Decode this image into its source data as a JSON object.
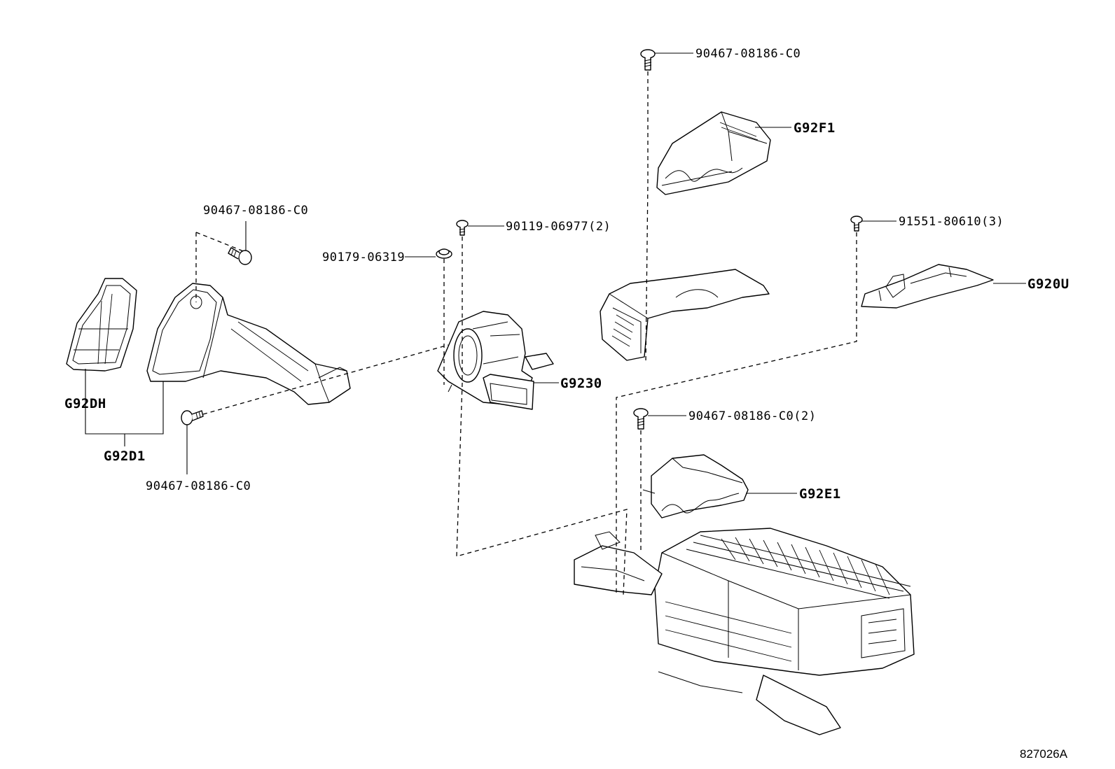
{
  "labels": {
    "bolt_top": "90467-08186-C0",
    "g92f1": "G92F1",
    "bolt_left_top": "90467-08186-C0",
    "screw_90119": "90119-06977(2)",
    "nut_90179": "90179-06319",
    "clip_91551": "91551-80610(3)",
    "g920u": "G920U",
    "g9230": "G9230",
    "g92dh": "G92DH",
    "g92d1": "G92D1",
    "bolt_left_bottom": "90467-08186-C0",
    "bolt_mid_2": "90467-08186-C0(2)",
    "g92e1": "G92E1"
  },
  "figure_id": "827026A"
}
